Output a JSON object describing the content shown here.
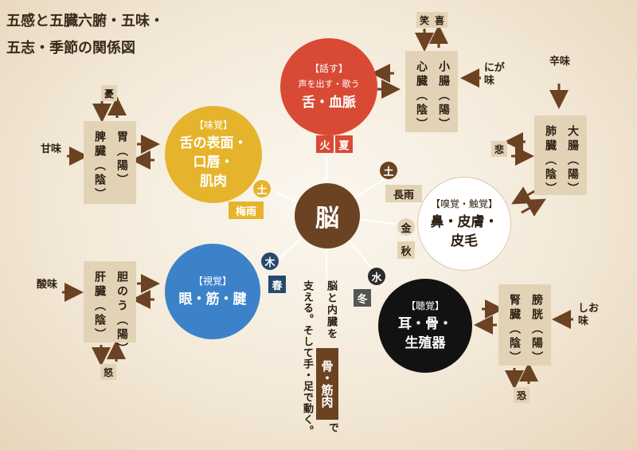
{
  "title": {
    "line1": "五感と五臓六腑・五味・",
    "line2": "五志・季節の関係図"
  },
  "brain": {
    "label": "脳"
  },
  "circles": {
    "speech": {
      "tag": "【話す】",
      "sub": "声を出す・歌う",
      "main": "舌・血脈",
      "color": "#d94a35"
    },
    "taste": {
      "tag": "【味覚】",
      "main1": "舌の表面・",
      "main2": "口唇・",
      "main3": "肌肉",
      "color": "#e5b42c"
    },
    "smell": {
      "tag": "【嗅覚・触覚】",
      "main1": "鼻・皮膚・",
      "main2": "皮毛",
      "color": "#ffffff"
    },
    "sight": {
      "tag": "【視覚】",
      "main": "眼・筋・腱",
      "color": "#3c82c8"
    },
    "hearing": {
      "tag": "【聴覚】",
      "main1": "耳・骨・",
      "main2": "生殖器",
      "color": "#121212"
    }
  },
  "elements": {
    "fire": "火",
    "summer": "夏",
    "earth_mid": "土",
    "long_rain": "長雨",
    "earth_left": "土",
    "rainy_season": "梅雨",
    "metal": "金",
    "autumn": "秋",
    "wood": "木",
    "spring": "春",
    "water": "水",
    "winter": "冬"
  },
  "organs": {
    "heart": {
      "col1": "小腸（陽）",
      "col2": "心臓（陰）"
    },
    "spleen": {
      "col1": "胃（陽）",
      "col2": "脾臓（陰）"
    },
    "lung": {
      "col1": "大腸（陽）",
      "col2": "肺臓（陰）"
    },
    "liver": {
      "col1": "胆のう（陽）",
      "col2": "肝臓（陰）"
    },
    "kidney": {
      "col1": "膀胱（陽）",
      "col2": "腎臓（陰）"
    }
  },
  "emotions": {
    "laugh": "笑",
    "joy": "喜",
    "worry": "憂",
    "sorrow": "悲",
    "anger": "怒",
    "fear": "恐"
  },
  "tastes": {
    "bitter": "にが味",
    "sweet": "甘味",
    "pungent": "辛味",
    "sour": "酸味",
    "salty": "しお味"
  },
  "note": {
    "top": "脳と内臓を",
    "highlight": "骨・筋肉",
    "post": "で",
    "line2": "支える。そして手・足で動く。"
  }
}
